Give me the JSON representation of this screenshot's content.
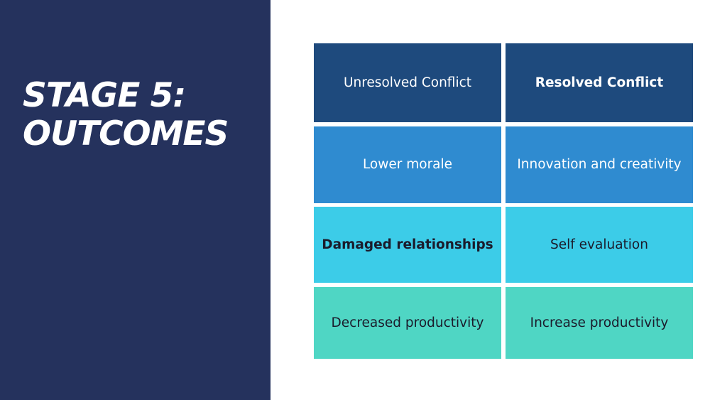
{
  "slide": {
    "title_line1": "STAGE 5:",
    "title_line2": "OUTCOMES"
  },
  "colors": {
    "left_panel": "#25325d",
    "row1": "#1e4a7d",
    "row2": "#2f8bd0",
    "row3": "#3ccce8",
    "row4": "#4fd6c4",
    "light_text": "#ffffff",
    "dark_text": "#1b1b2b"
  },
  "table": {
    "header": {
      "left": "Unresolved Conflict",
      "right": "Resolved Conflict"
    },
    "rows": [
      {
        "left": "Lower morale",
        "right": "Innovation and creativity"
      },
      {
        "left": "Damaged relationships",
        "right": "Self evaluation"
      },
      {
        "left": "Decreased productivity",
        "right": "Increase productivity"
      }
    ]
  }
}
